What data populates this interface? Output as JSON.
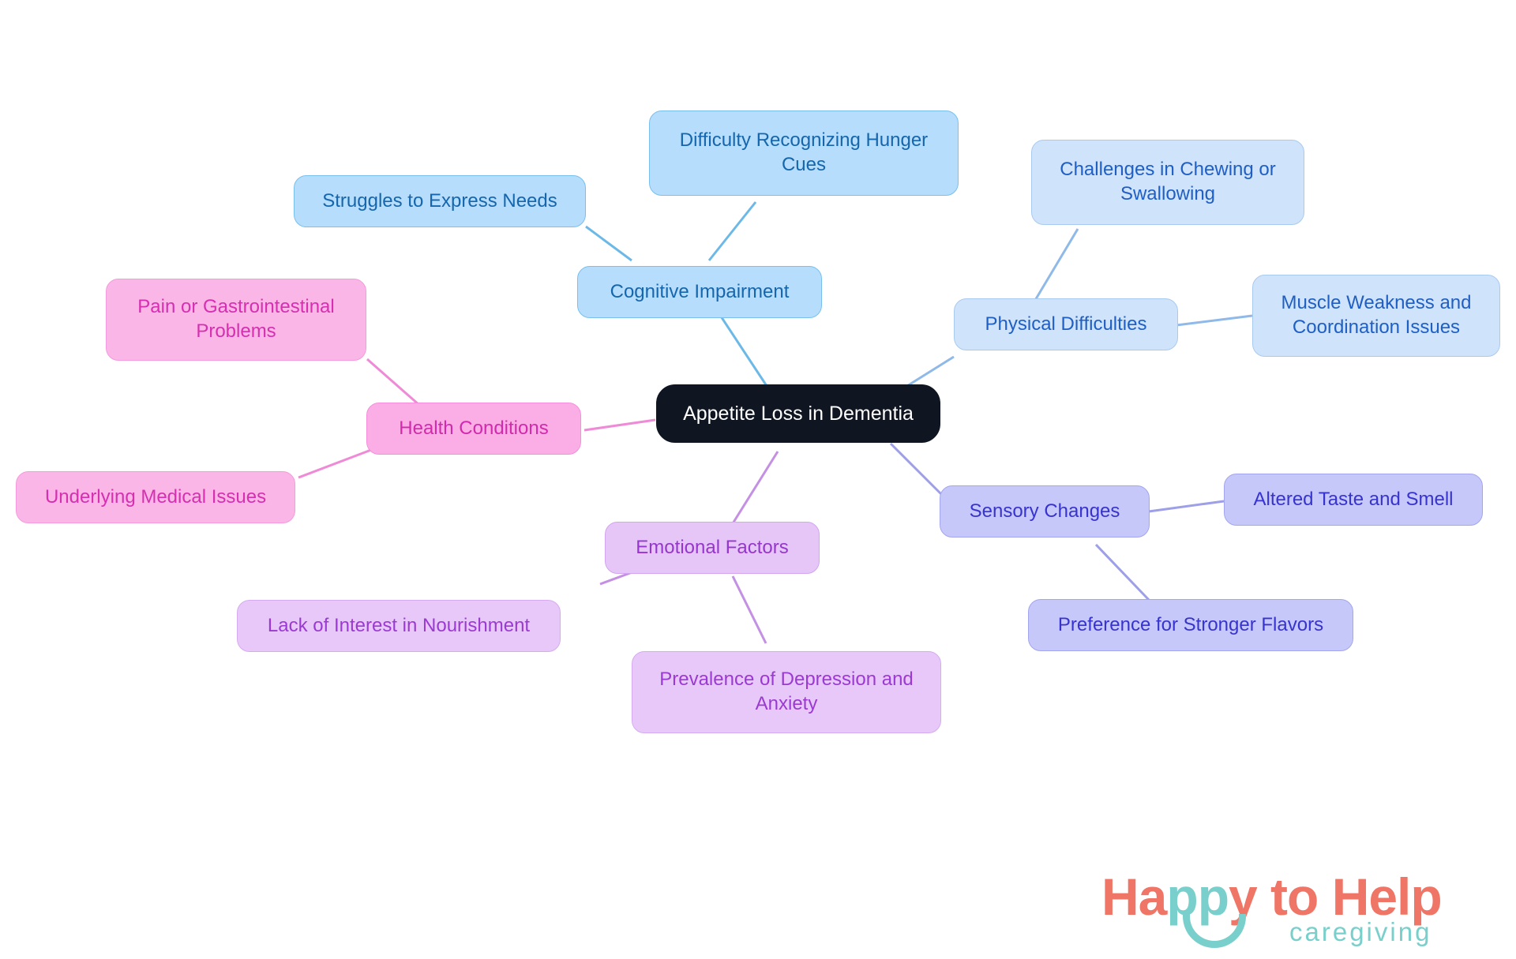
{
  "diagram": {
    "type": "mindmap",
    "title": "Appetite Loss in Dementia",
    "root": {
      "id": "root",
      "label": "Appetite Loss in Dementia",
      "fill": "#0f1521",
      "text_color": "#ffffff"
    },
    "branches": [
      {
        "id": "cognitive-impairment",
        "label": "Cognitive Impairment",
        "fill": "#b6ddfb",
        "stroke": "#79c0ef",
        "text_color": "#1566ad",
        "edge_color": "#6cb9e8",
        "children": [
          {
            "id": "difficulty-recognizing-hunger-cues",
            "label": "Difficulty Recognizing Hunger\nCues",
            "fill": "#b6ddfb",
            "stroke": "#79c0ef",
            "text_color": "#1566ad"
          },
          {
            "id": "struggles-to-express-needs",
            "label": "Struggles to Express Needs",
            "fill": "#b6ddfb",
            "stroke": "#79c0ef",
            "text_color": "#1566ad"
          }
        ]
      },
      {
        "id": "physical-difficulties",
        "label": "Physical Difficulties",
        "fill": "#cfe3fb",
        "stroke": "#a9caf0",
        "text_color": "#1f5fc4",
        "edge_color": "#8fb9e8",
        "children": [
          {
            "id": "challenges-in-chewing-or-swallowing",
            "label": "Challenges in Chewing or\nSwallowing",
            "fill": "#cfe3fb",
            "stroke": "#a9caf0",
            "text_color": "#1f5fc4"
          },
          {
            "id": "muscle-weakness-and-coordination-issues",
            "label": "Muscle Weakness and\nCoordination Issues",
            "fill": "#cfe3fb",
            "stroke": "#a9caf0",
            "text_color": "#1f5fc4"
          }
        ]
      },
      {
        "id": "sensory-changes",
        "label": "Sensory Changes",
        "fill": "#c6c8fa",
        "stroke": "#a3a6ef",
        "text_color": "#3733cf",
        "edge_color": "#9d9fe8",
        "children": [
          {
            "id": "altered-taste-and-smell",
            "label": "Altered Taste and Smell",
            "fill": "#c6c8fa",
            "stroke": "#a3a6ef",
            "text_color": "#3733cf"
          },
          {
            "id": "preference-for-stronger-flavors",
            "label": "Preference for Stronger Flavors",
            "fill": "#c6c8fa",
            "stroke": "#a3a6ef",
            "text_color": "#3733cf"
          }
        ]
      },
      {
        "id": "emotional-factors",
        "label": "Emotional Factors",
        "fill": "#e6c6f7",
        "stroke": "#d3a4ef",
        "text_color": "#9636cf",
        "edge_color": "#c490e4",
        "children": [
          {
            "id": "lack-of-interest-in-nourishment",
            "label": "Lack of Interest in Nourishment",
            "fill": "#e8c8f8",
            "stroke": "#d6aaf1",
            "text_color": "#9b3ad2"
          },
          {
            "id": "prevalence-of-depression-and-anxiety",
            "label": "Prevalence of Depression and\nAnxiety",
            "fill": "#e8c8f8",
            "stroke": "#d6aaf1",
            "text_color": "#9b3ad2"
          }
        ]
      },
      {
        "id": "health-conditions",
        "label": "Health Conditions",
        "fill": "#fbaee6",
        "stroke": "#f58fdb",
        "text_color": "#cf2bab",
        "edge_color": "#ef8ad6",
        "children": [
          {
            "id": "pain-or-gastrointestinal-problems",
            "label": "Pain or Gastrointestinal\nProblems",
            "fill": "#f9b6e7",
            "stroke": "#f59ade",
            "text_color": "#d62fb0"
          },
          {
            "id": "underlying-medical-issues",
            "label": "Underlying Medical Issues",
            "fill": "#f9b6e7",
            "stroke": "#f59ade",
            "text_color": "#d62fb0"
          }
        ]
      }
    ]
  },
  "logo": {
    "word_happy_to": "Ha",
    "word_pp": "pp",
    "word_y_to_help": "y to Help",
    "tagline": "caregiving",
    "primary_color": "#ef7566",
    "accent_color": "#79cfcb"
  }
}
